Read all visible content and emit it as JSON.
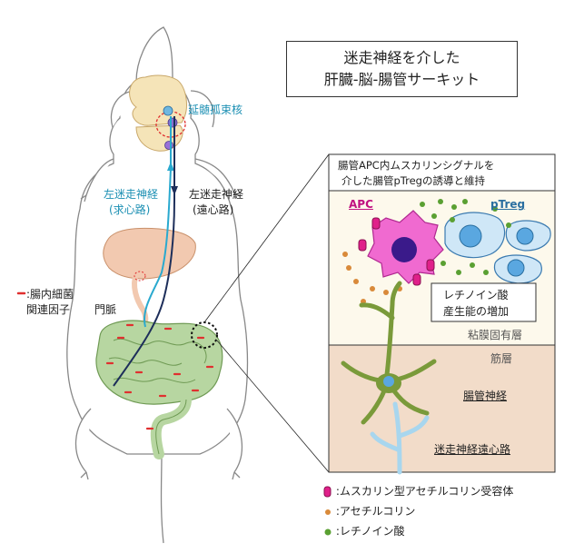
{
  "title": {
    "line1": "迷走神経を介した",
    "line2": "肝臓-脳-腸管サーキット"
  },
  "labels": {
    "nucleus": "延髄孤束核",
    "afferent_line1": "左迷走神経",
    "afferent_line2": "(求心路)",
    "efferent_line1": "左迷走神経",
    "efferent_line2": "(遠心路)",
    "bacteria_line1": ":腸内細菌",
    "bacteria_line2": "関連因子",
    "portal_vein": "門脈"
  },
  "panel": {
    "header_line1": "腸管APC内ムスカリンシグナルを",
    "header_line2": "介した腸管pTregの誘導と維持",
    "apc": "APC",
    "ptreg": "pTreg",
    "box_line1": "レチノイン酸",
    "box_line2": "産生能の増加",
    "lamina_propria": "粘膜固有層",
    "muscle_layer": "筋層",
    "enteric_nerve": "腸管神経",
    "vagal_efferent": "迷走神経遠心路"
  },
  "legend": [
    {
      "text": ":ムスカリン型アセチルコリン受容体",
      "icon": "receptor-icon",
      "color": "#e0208a"
    },
    {
      "text": ":アセチルコリン",
      "icon": "acetylcholine-dot-icon",
      "color": "#d98a3a"
    },
    {
      "text": ":レチノイン酸",
      "icon": "retinoic-acid-dot-icon",
      "color": "#5aa032"
    }
  ],
  "colors": {
    "afferent": "#29a9cf",
    "efferent": "#1d2e5a",
    "liver": "#f2c9b0",
    "gut": "#b7d6a1",
    "brain": "#f5e4b8",
    "apc": "#f06ad0",
    "ptreg": "#5aa7e0",
    "mucosa_bg": "#fdf9ec",
    "muscle_bg": "#f2dcc9"
  }
}
